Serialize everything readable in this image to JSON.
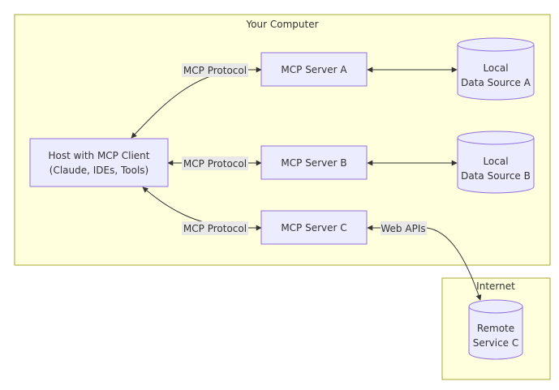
{
  "clusters": {
    "computer": {
      "title": "Your Computer"
    },
    "internet": {
      "title": "Internet"
    }
  },
  "nodes": {
    "host": {
      "line1": "Host with MCP Client",
      "line2": "(Claude, IDEs, Tools)"
    },
    "server_a": {
      "label": "MCP Server A"
    },
    "server_b": {
      "label": "MCP Server B"
    },
    "server_c": {
      "label": "MCP Server C"
    },
    "local_a": {
      "line1": "Local",
      "line2": "Data Source A"
    },
    "local_b": {
      "line1": "Local",
      "line2": "Data Source B"
    },
    "remote_c": {
      "line1": "Remote",
      "line2": "Service C"
    }
  },
  "edges": {
    "host_a": {
      "label": "MCP Protocol"
    },
    "host_b": {
      "label": "MCP Protocol"
    },
    "host_c": {
      "label": "MCP Protocol"
    },
    "c_remote": {
      "label": "Web APIs"
    }
  },
  "colors": {
    "cluster_fill": "#ffffde",
    "cluster_stroke": "#aaaa33",
    "node_fill": "#ececff",
    "node_stroke": "#9370db",
    "edge": "#333333",
    "edge_label_bg": "#e8e8e8"
  }
}
